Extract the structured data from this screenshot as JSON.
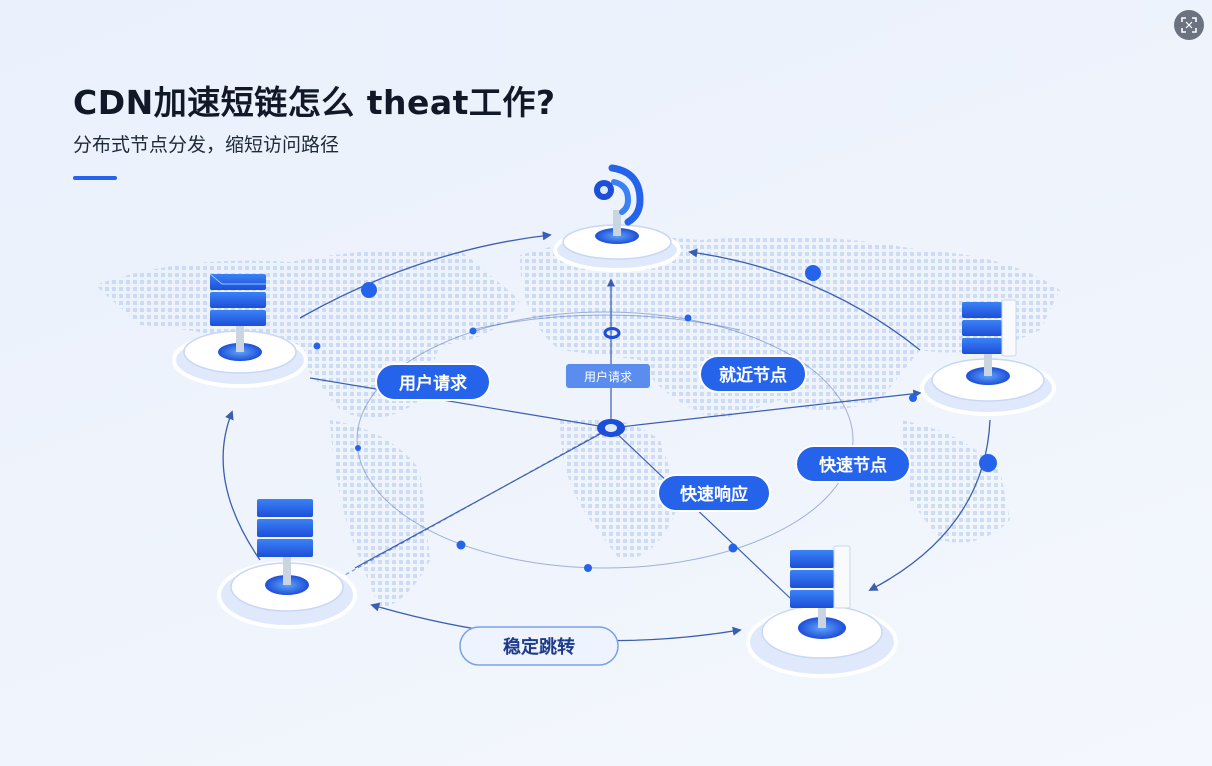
{
  "header": {
    "title": "CDN加速短链怎么 theat工作?",
    "subtitle": "分布式节点分发，缩短访问路径"
  },
  "labels": {
    "user_request": "用户请求",
    "user_request_small": "用户请求",
    "nearest_node": "就近节点",
    "fast_response": "快速响应",
    "fast_node": "快速节点",
    "stable_redirect": "稳定跳转"
  },
  "colors": {
    "accent": "#2563eb",
    "accent_dark": "#1d4ed8",
    "line": "#3b5fb0",
    "text_dark": "#111827"
  },
  "icons": {
    "zoom": "fit-screen-icon",
    "source": "wifi-signal-icon",
    "node": "server-rack-icon"
  }
}
